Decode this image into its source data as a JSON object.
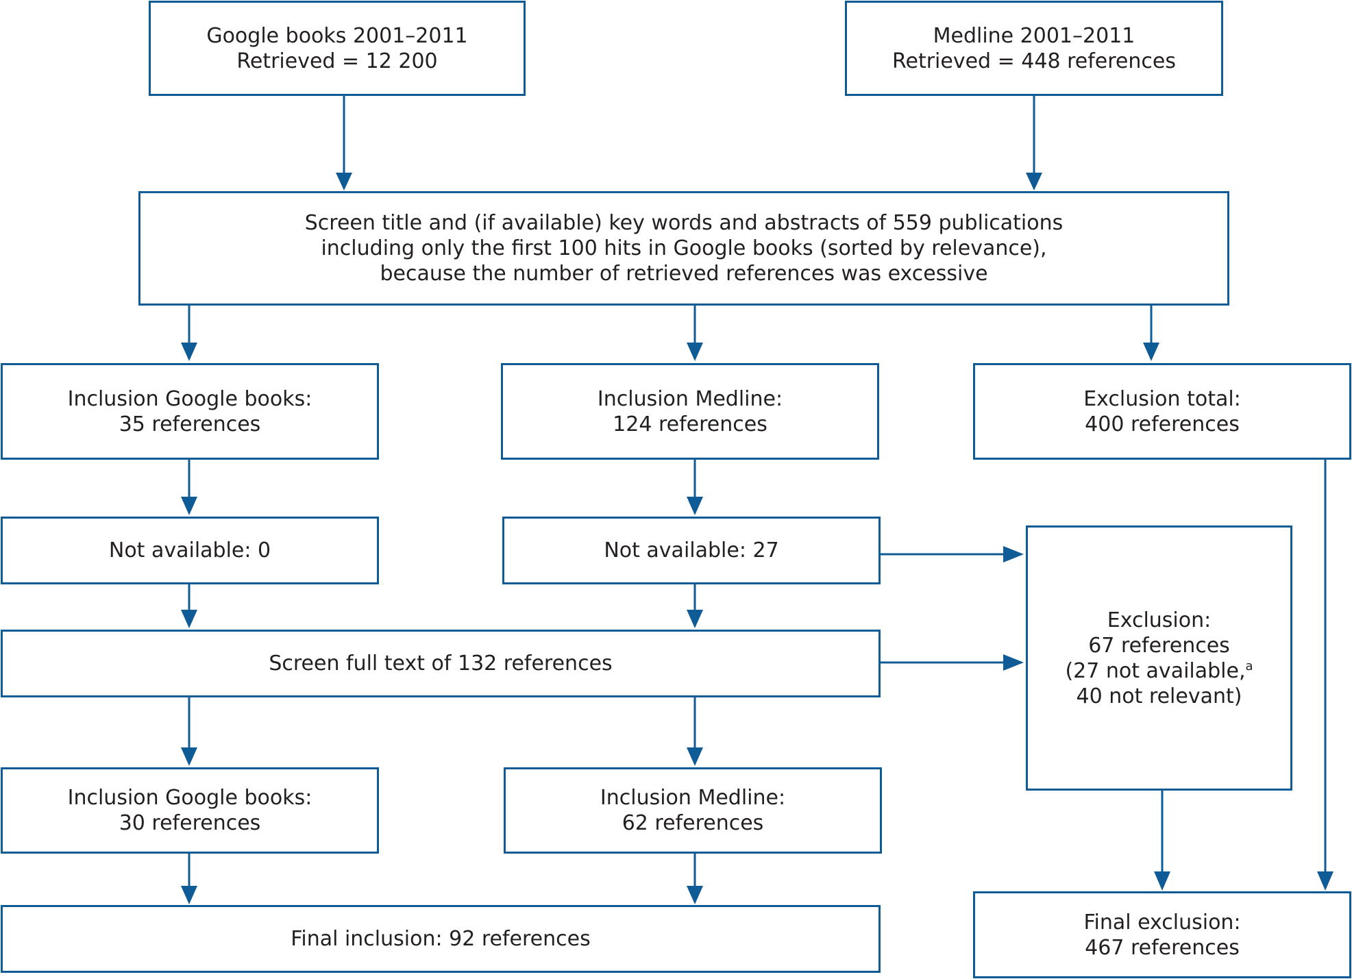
{
  "boxes": {
    "google_retrieved": {
      "line1": "Google books 2001–2011",
      "line2": "Retrieved = 12 200"
    },
    "medline_retrieved": {
      "line1": "Medline 2001–2011",
      "line2": "Retrieved = 448 references"
    },
    "screen_titles": {
      "line1": "Screen title and (if available) key words and abstracts of 559 publications",
      "line2": "including only the first 100 hits in Google books (sorted by relevance),",
      "line3": "because the number of retrieved references was excessive"
    },
    "inclusion_google_1": {
      "line1": "Inclusion Google books:",
      "line2": "35 references"
    },
    "inclusion_medline_1": {
      "line1": "Inclusion Medline:",
      "line2": "124 references"
    },
    "exclusion_total": {
      "line1": "Exclusion total:",
      "line2": "400 references"
    },
    "not_available_google": {
      "line1": "Not available: 0"
    },
    "not_available_medline": {
      "line1": "Not available: 27"
    },
    "exclusion_67": {
      "line1": "Exclusion:",
      "line2": "67 references",
      "line3": "(27 not available,",
      "line3_sup": "a",
      "line4": "40 not relevant)"
    },
    "screen_full_text": {
      "line1": "Screen full text of 132 references"
    },
    "inclusion_google_2": {
      "line1": "Inclusion Google books:",
      "line2": "30 references"
    },
    "inclusion_medline_2": {
      "line1": "Inclusion Medline:",
      "line2": "62 references"
    },
    "final_inclusion": {
      "line1": "Final inclusion: 92 references"
    },
    "final_exclusion": {
      "line1": "Final exclusion:",
      "line2": "467 references"
    }
  },
  "colors": {
    "line": "#0f5b95",
    "text": "#231f20",
    "background": "#ffffff"
  }
}
